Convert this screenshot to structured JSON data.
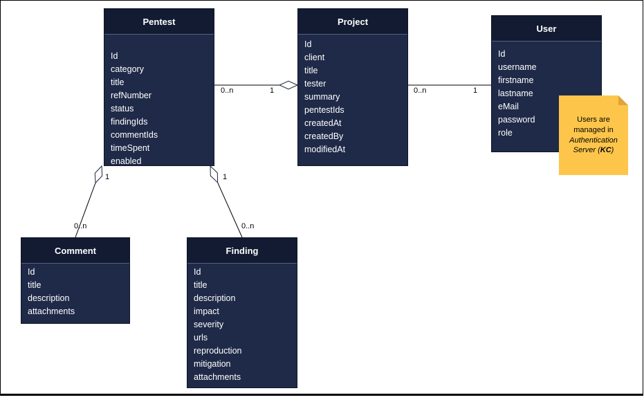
{
  "entities": {
    "pentest": {
      "title": "Pentest",
      "fields": [
        "Id",
        "category",
        "title",
        "refNumber",
        "status",
        "findingIds",
        "commentIds",
        "timeSpent",
        "enabled"
      ]
    },
    "project": {
      "title": "Project",
      "fields": [
        "Id",
        "client",
        "title",
        "tester",
        "summary",
        "pentestIds",
        "createdAt",
        "createdBy",
        "modifiedAt"
      ]
    },
    "user": {
      "title": "User",
      "fields": [
        "Id",
        "username",
        "firstname",
        "lastname",
        "eMail",
        "password",
        "role"
      ]
    },
    "comment": {
      "title": "Comment",
      "fields": [
        "Id",
        "title",
        "description",
        "attachments"
      ]
    },
    "finding": {
      "title": "Finding",
      "fields": [
        "Id",
        "title",
        "description",
        "impact",
        "severity",
        "urls",
        "reproduction",
        "mitigation",
        "attachments"
      ]
    }
  },
  "relationships": {
    "pentest_project": {
      "source_label": "0..n",
      "target_label": "1"
    },
    "project_user": {
      "source_label": "0..n",
      "target_label": "1"
    },
    "pentest_comment": {
      "parent_label": "1",
      "child_label": "0..n"
    },
    "pentest_finding": {
      "parent_label": "1",
      "child_label": "0..n"
    }
  },
  "note": {
    "part1": "Users are managed in ",
    "part2": "Authentication Server",
    "part3": " (",
    "part4": "KC",
    "part5": ")"
  },
  "colors": {
    "entity_header_bg": "#121b32",
    "entity_body_bg": "#1f2a48",
    "entity_text": "#ffffff",
    "note_bg": "#fdc64b",
    "line_color": "#000000"
  }
}
